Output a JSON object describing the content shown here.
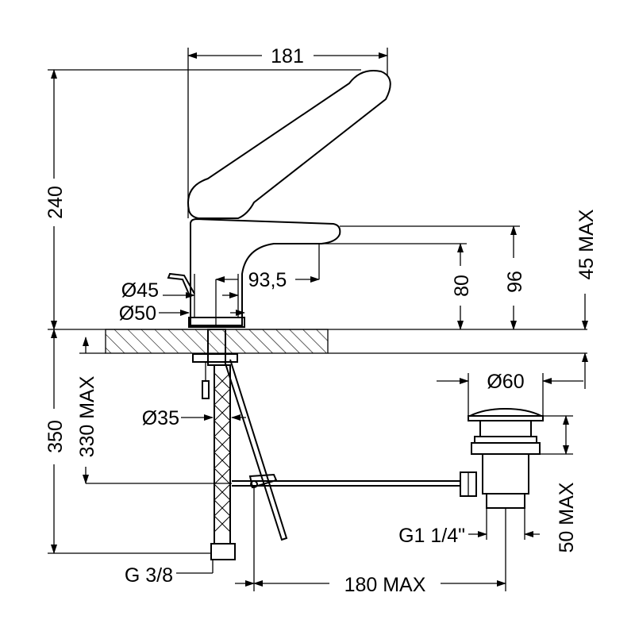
{
  "drawing": {
    "dimensions": {
      "width_lever": "181",
      "height_total": "240",
      "dia_45": "Ø45",
      "dia_50": "Ø50",
      "spout_reach": "93,5",
      "spout_height": "80",
      "body_height": "96",
      "deck_thickness": "45 MAX",
      "below_deck_max": "330 MAX",
      "hose_length": "350",
      "dia_35": "Ø35",
      "drain_dia": "Ø60",
      "drain_thread": "G1 1/4\"",
      "drain_height": "50 MAX",
      "hose_thread": "G 3/8",
      "rod_length": "180 MAX"
    },
    "colors": {
      "line": "#000000",
      "background": "#ffffff"
    }
  }
}
